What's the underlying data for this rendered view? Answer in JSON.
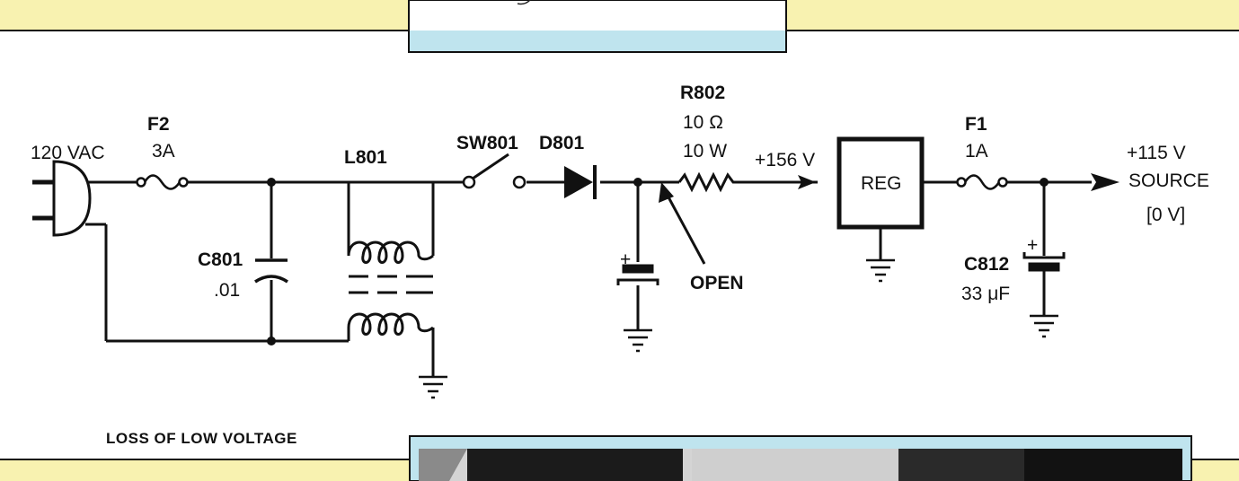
{
  "colors": {
    "band_yellow": "#f8f2b0",
    "band_blue": "#bfe4ee",
    "wire": "#111111",
    "arrow": "#111111",
    "photo_dark": "#1b1b1b"
  },
  "labels": {
    "ac_source": "120 VAC",
    "f2": "F2",
    "f2_value": "3A",
    "c801": "C801",
    "c801_value": ".01",
    "l801": "L801",
    "sw801": "SW801",
    "d801": "D801",
    "r802": "R802",
    "r802_value_ohms": "10 Ω",
    "r802_value_watts": "10 W",
    "open": "OPEN",
    "v156": "+156 V",
    "reg": "REG",
    "f1": "F1",
    "f1_value": "1A",
    "c812": "C812",
    "c812_value": "33 μF",
    "v115": "+115 V",
    "source": "SOURCE",
    "source_state": "[0 V]",
    "plus": "+",
    "caption": "LOSS OF LOW VOLTAGE"
  },
  "icons": [
    "ac-plug-icon",
    "fuse-icon",
    "capacitor-icon",
    "choke-icon",
    "switch-icon",
    "diode-icon",
    "resistor-icon",
    "regulator-box",
    "electrolytic-capacitor-icon",
    "ground-icon",
    "arrow-icon"
  ]
}
